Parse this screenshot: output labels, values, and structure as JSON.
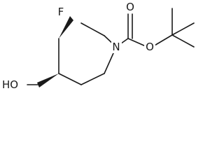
{
  "molecule": {
    "atoms": {
      "fluorine": "F",
      "nitrogen": "N",
      "carbonyl_oxygen": "O",
      "ester_oxygen": "O",
      "hydroxyl": "HO"
    }
  }
}
